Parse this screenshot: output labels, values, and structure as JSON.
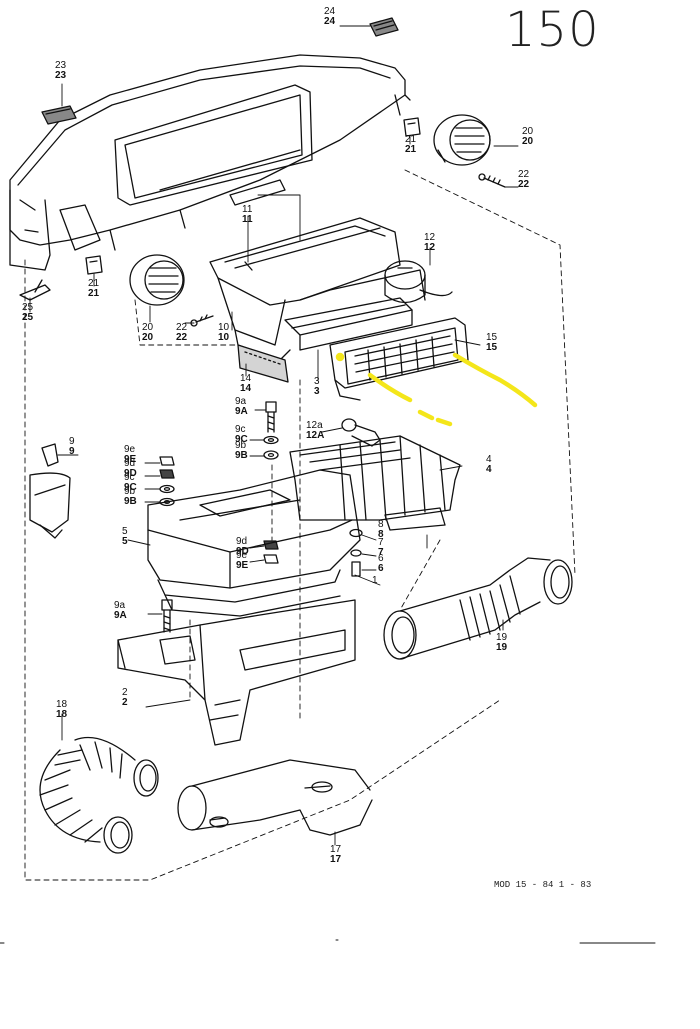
{
  "page_number": "150",
  "document_code": "MOD 15 - 84    1 - 83",
  "colors": {
    "line": "#111111",
    "highlight": "#f4e61a"
  },
  "callouts": [
    {
      "id": "c24",
      "top": "24",
      "bottom": "24"
    },
    {
      "id": "c23",
      "top": "23",
      "bottom": "23"
    },
    {
      "id": "c21a",
      "top": "21",
      "bottom": "21"
    },
    {
      "id": "c20a",
      "top": "20",
      "bottom": "20"
    },
    {
      "id": "c22a",
      "top": "22",
      "bottom": "22"
    },
    {
      "id": "c11",
      "top": "11",
      "bottom": "11"
    },
    {
      "id": "c12",
      "top": "12",
      "bottom": "12"
    },
    {
      "id": "c21b",
      "top": "21",
      "bottom": "21"
    },
    {
      "id": "c25",
      "top": "25",
      "bottom": "25"
    },
    {
      "id": "c20b",
      "top": "20",
      "bottom": "20"
    },
    {
      "id": "c22b",
      "top": "22",
      "bottom": "22"
    },
    {
      "id": "c10",
      "top": "10",
      "bottom": "10"
    },
    {
      "id": "c15",
      "top": "15",
      "bottom": "15"
    },
    {
      "id": "c14",
      "top": "14",
      "bottom": "14"
    },
    {
      "id": "c3",
      "top": "3",
      "bottom": "3"
    },
    {
      "id": "c9a1",
      "top": "9a",
      "bottom": "9A"
    },
    {
      "id": "c9",
      "top": "9",
      "bottom": "9"
    },
    {
      "id": "c9c1",
      "top": "9c",
      "bottom": "9C"
    },
    {
      "id": "c9b1",
      "top": "9b",
      "bottom": "9B"
    },
    {
      "id": "c12a",
      "top": "12a",
      "bottom": "12A"
    },
    {
      "id": "c9e",
      "top": "9e",
      "bottom": "9E"
    },
    {
      "id": "c9d1",
      "top": "9d",
      "bottom": "9D"
    },
    {
      "id": "c9c2",
      "top": "9c",
      "bottom": "9C"
    },
    {
      "id": "c9b2",
      "top": "9b",
      "bottom": "9B"
    },
    {
      "id": "c4",
      "top": "4",
      "bottom": "4"
    },
    {
      "id": "c5",
      "top": "5",
      "bottom": "5"
    },
    {
      "id": "c9d2",
      "top": "9d",
      "bottom": "9D"
    },
    {
      "id": "c9e2",
      "top": "9e",
      "bottom": "9E"
    },
    {
      "id": "c8",
      "top": "8",
      "bottom": "8"
    },
    {
      "id": "c7",
      "top": "7",
      "bottom": "7"
    },
    {
      "id": "c6",
      "top": "6",
      "bottom": "6"
    },
    {
      "id": "c9a2",
      "top": "9a",
      "bottom": "9A"
    },
    {
      "id": "c1",
      "top": "1",
      "bottom": ""
    },
    {
      "id": "c19",
      "top": "19",
      "bottom": "19"
    },
    {
      "id": "c2",
      "top": "2",
      "bottom": "2"
    },
    {
      "id": "c18",
      "top": "18",
      "bottom": "18"
    },
    {
      "id": "c17",
      "top": "17",
      "bottom": "17"
    }
  ]
}
